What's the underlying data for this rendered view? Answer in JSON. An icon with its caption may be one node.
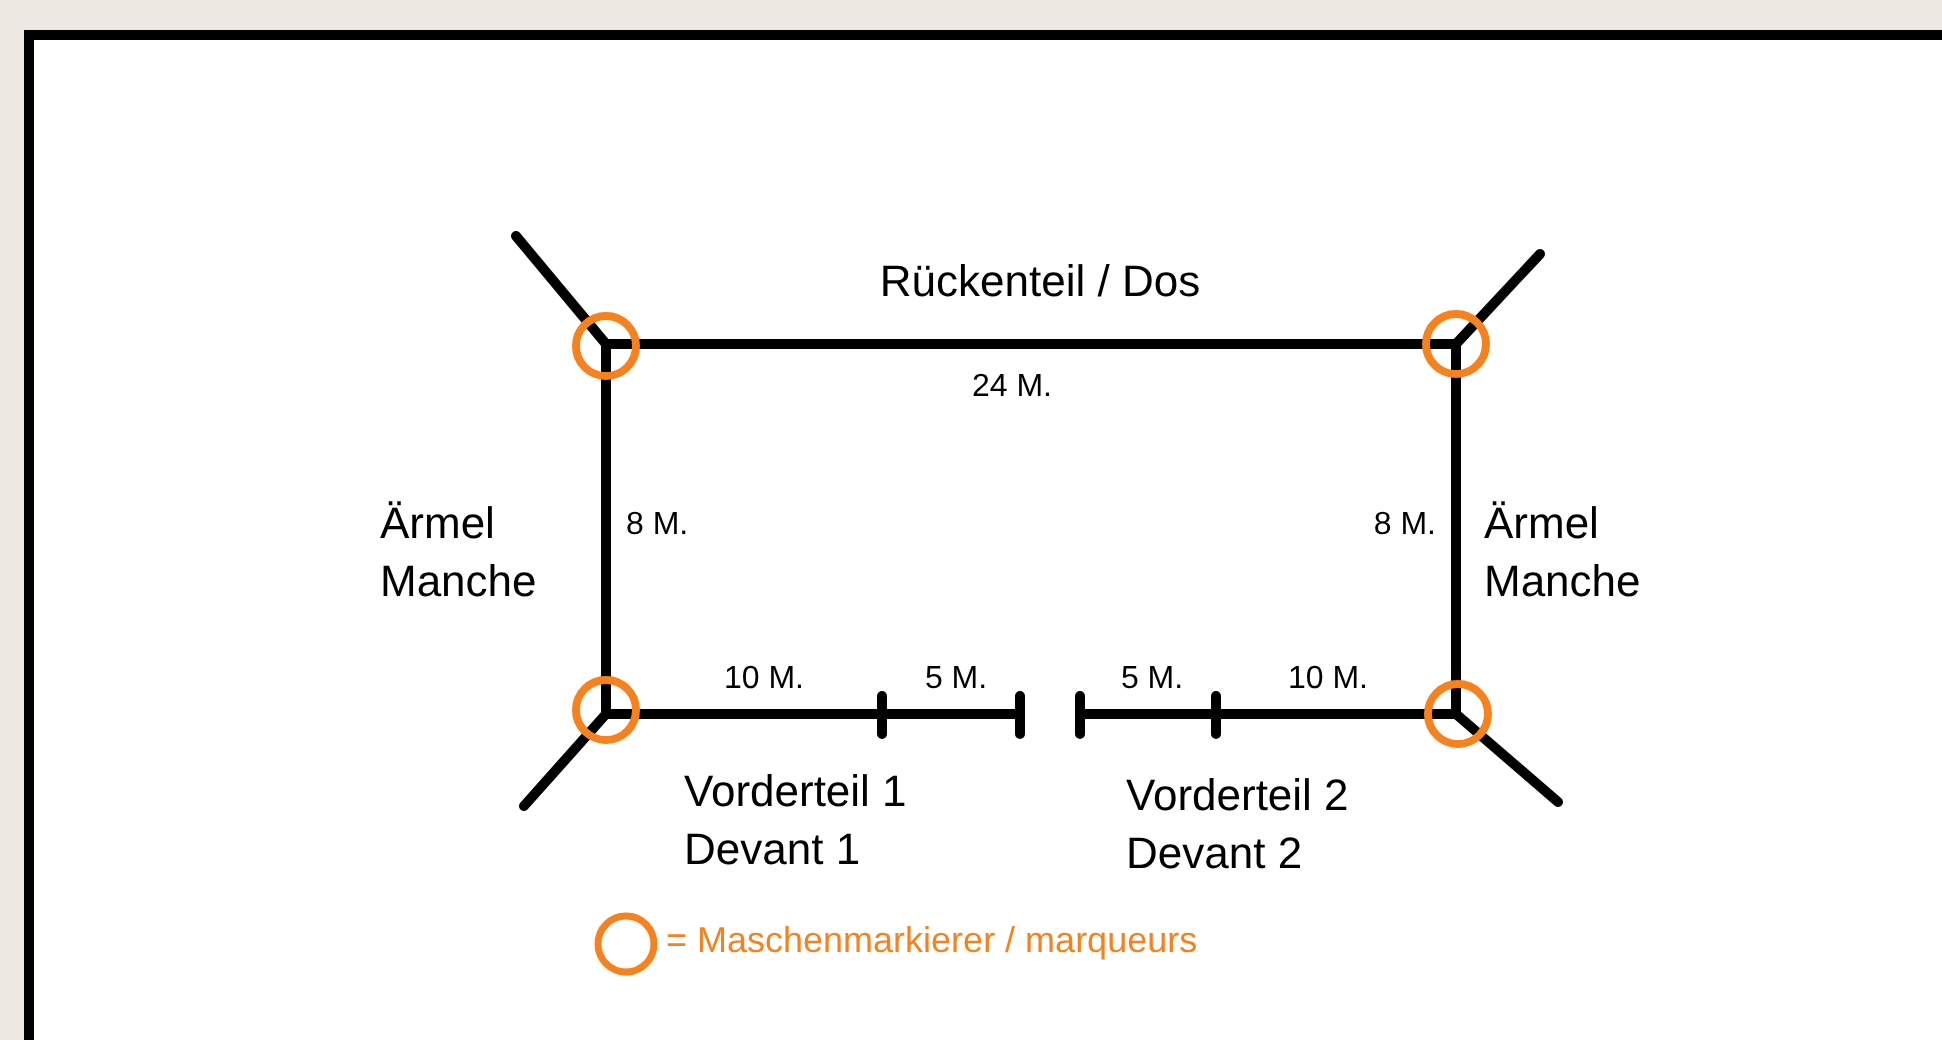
{
  "diagram": {
    "labels": [
      "Rückenteil / Dos",
      "24 M.",
      "Ärmel Manche",
      "8 M.",
      "8 M.",
      "Ärmel Manche",
      "10 M.",
      "5 M.",
      "5 M.",
      "10 M.",
      "Vorderteil 1 Devant 1",
      "Vorderteil 2 Devant 2"
    ],
    "legend": [
      {
        "text": "= Maschenmarkierer / marqueurs"
      }
    ]
  }
}
